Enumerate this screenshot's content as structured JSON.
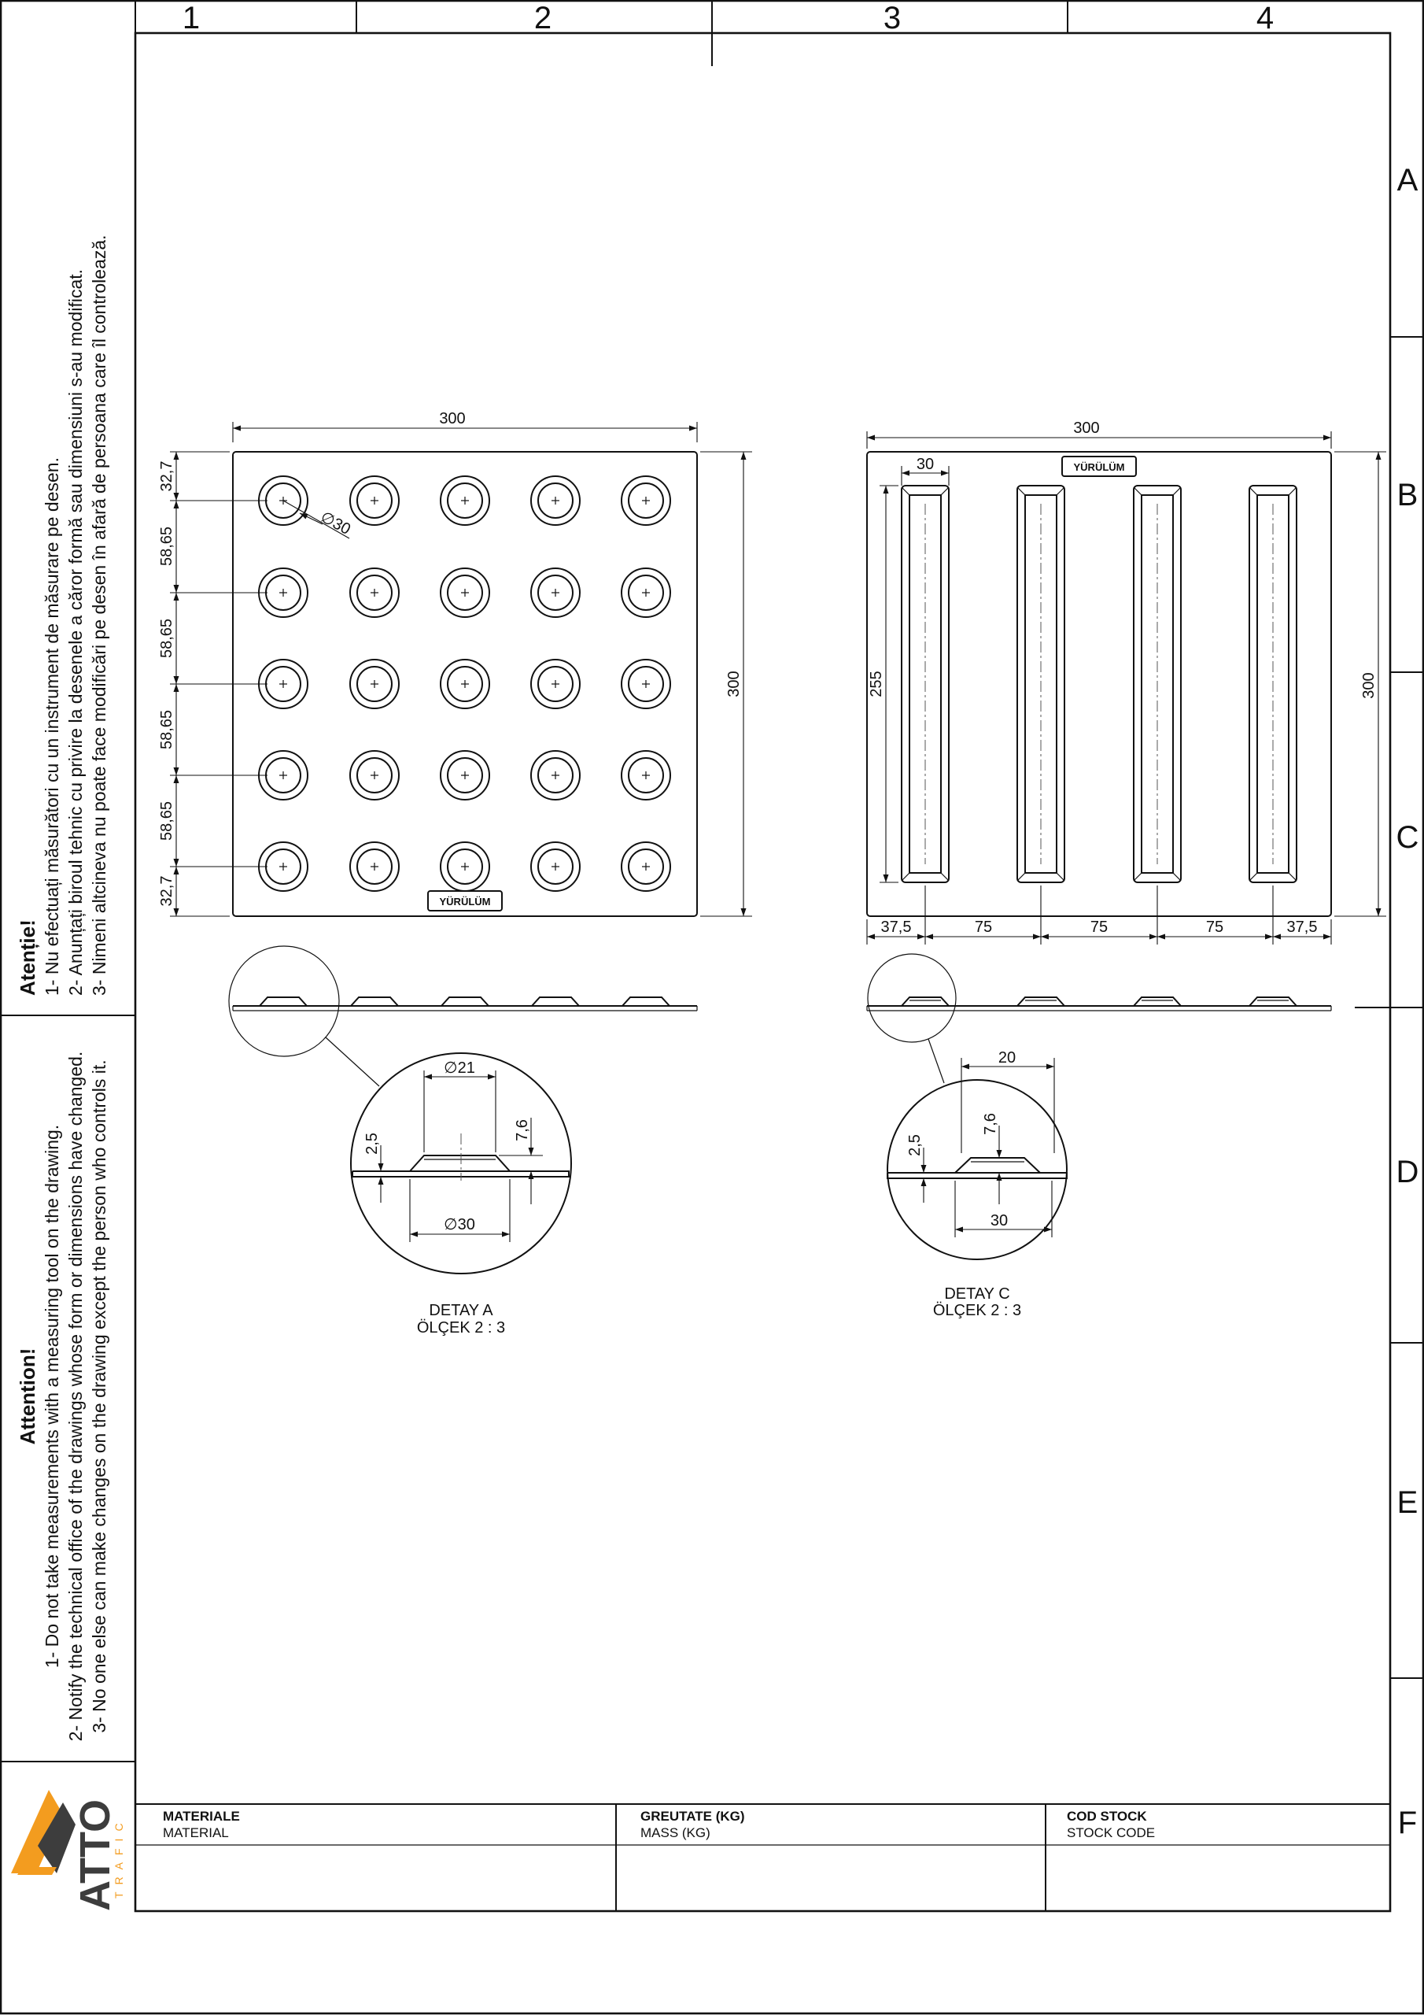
{
  "frame": {
    "columns": [
      "1",
      "2",
      "3",
      "4"
    ],
    "rows": [
      "A",
      "B",
      "C",
      "D",
      "E",
      "F"
    ]
  },
  "notes": {
    "ro": {
      "title": "Atenție!",
      "lines": [
        "1- Nu efectuați măsurători cu un instrument de măsurare pe desen.",
        "2- Anunțați biroul tehnic cu privire la desenele a căror formă sau dimensiuni s-au modificat.",
        "3- Nimeni altcineva nu poate face modificări pe desen în afară de persoana care îl controlează."
      ]
    },
    "en": {
      "title": "Attention!",
      "lines": [
        "1- Do not take measurements with a measuring tool on the drawing.",
        "2- Notify the technical office of the drawings whose form or dimensions have changed.",
        "3- No one else can make changes on the drawing except the person who controls it."
      ]
    }
  },
  "logo": {
    "word": "ATTO",
    "sub": "TRAFIC",
    "accent": "#f39c1f",
    "dark": "#3d3d3d"
  },
  "dot_tile": {
    "dims": {
      "width": "300",
      "height": "300",
      "edge_top": "32,7",
      "pitch": "58,65",
      "edge_bottom": "32,7",
      "diameter": "∅30"
    },
    "brand": "YÜRÜLÜM"
  },
  "bar_tile": {
    "dims": {
      "width": "300",
      "height": "300",
      "bar_width": "30",
      "bar_length": "255",
      "edge_left": "37,5",
      "pitch": "75",
      "edge_right": "37,5"
    },
    "brand": "YÜRÜLÜM"
  },
  "detail_a": {
    "top_dia": "∅21",
    "height": "7,6",
    "base_thk": "2,5",
    "bottom_dia": "∅30",
    "title": "DETAY A",
    "scale": "ÖLÇEK 2 : 3"
  },
  "detail_c": {
    "top_width": "20",
    "height": "7,6",
    "base_thk": "2,5",
    "bottom_width": "30",
    "title": "DETAY C",
    "scale": "ÖLÇEK 2 : 3"
  },
  "title_block": {
    "material_label": "MATERIALE",
    "material_sub": "MATERIAL",
    "mass_label": "GREUTATE (KG)",
    "mass_sub": "MASS (KG)",
    "code_label": "COD STOCK",
    "code_sub": "STOCK CODE"
  }
}
